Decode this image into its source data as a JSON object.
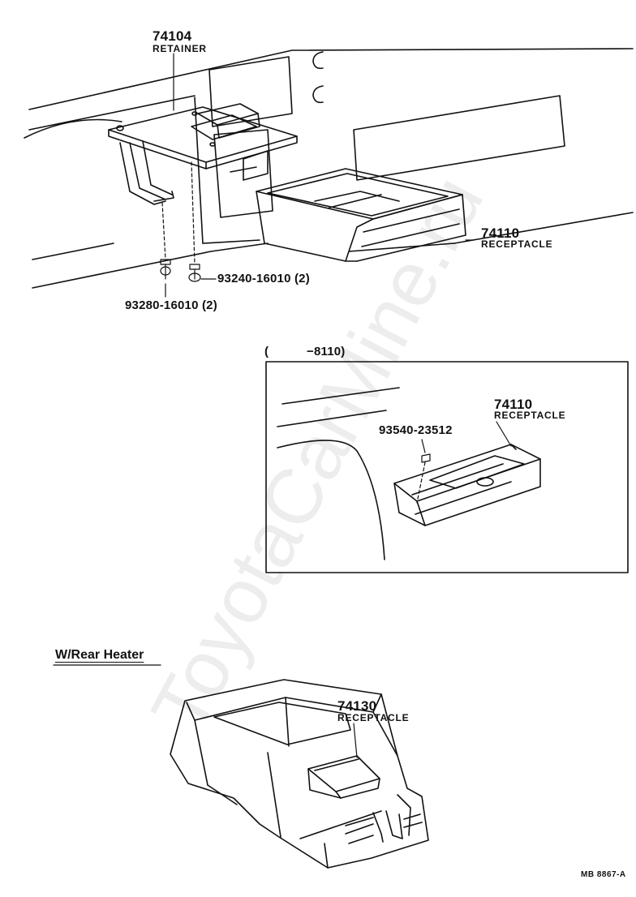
{
  "watermark": "ToyotaCarMine.ru",
  "top_section": {
    "retainer": {
      "number": "74104",
      "name": "RETAINER"
    },
    "receptacle": {
      "number": "74110",
      "name": "RECEPTACLE"
    },
    "screw_a": "93240-16010 (2)",
    "screw_b": "93280-16010 (2)"
  },
  "inset_section": {
    "range_open": "(",
    "range_end": "−8110)",
    "receptacle": {
      "number": "74110",
      "name": "RECEPTACLE"
    },
    "screw": "93540-23512"
  },
  "rear_section": {
    "heading": "W/Rear Heater",
    "receptacle": {
      "number": "74130",
      "name": "RECEPTACLE"
    }
  },
  "diagram_code": "MB 8867-A"
}
